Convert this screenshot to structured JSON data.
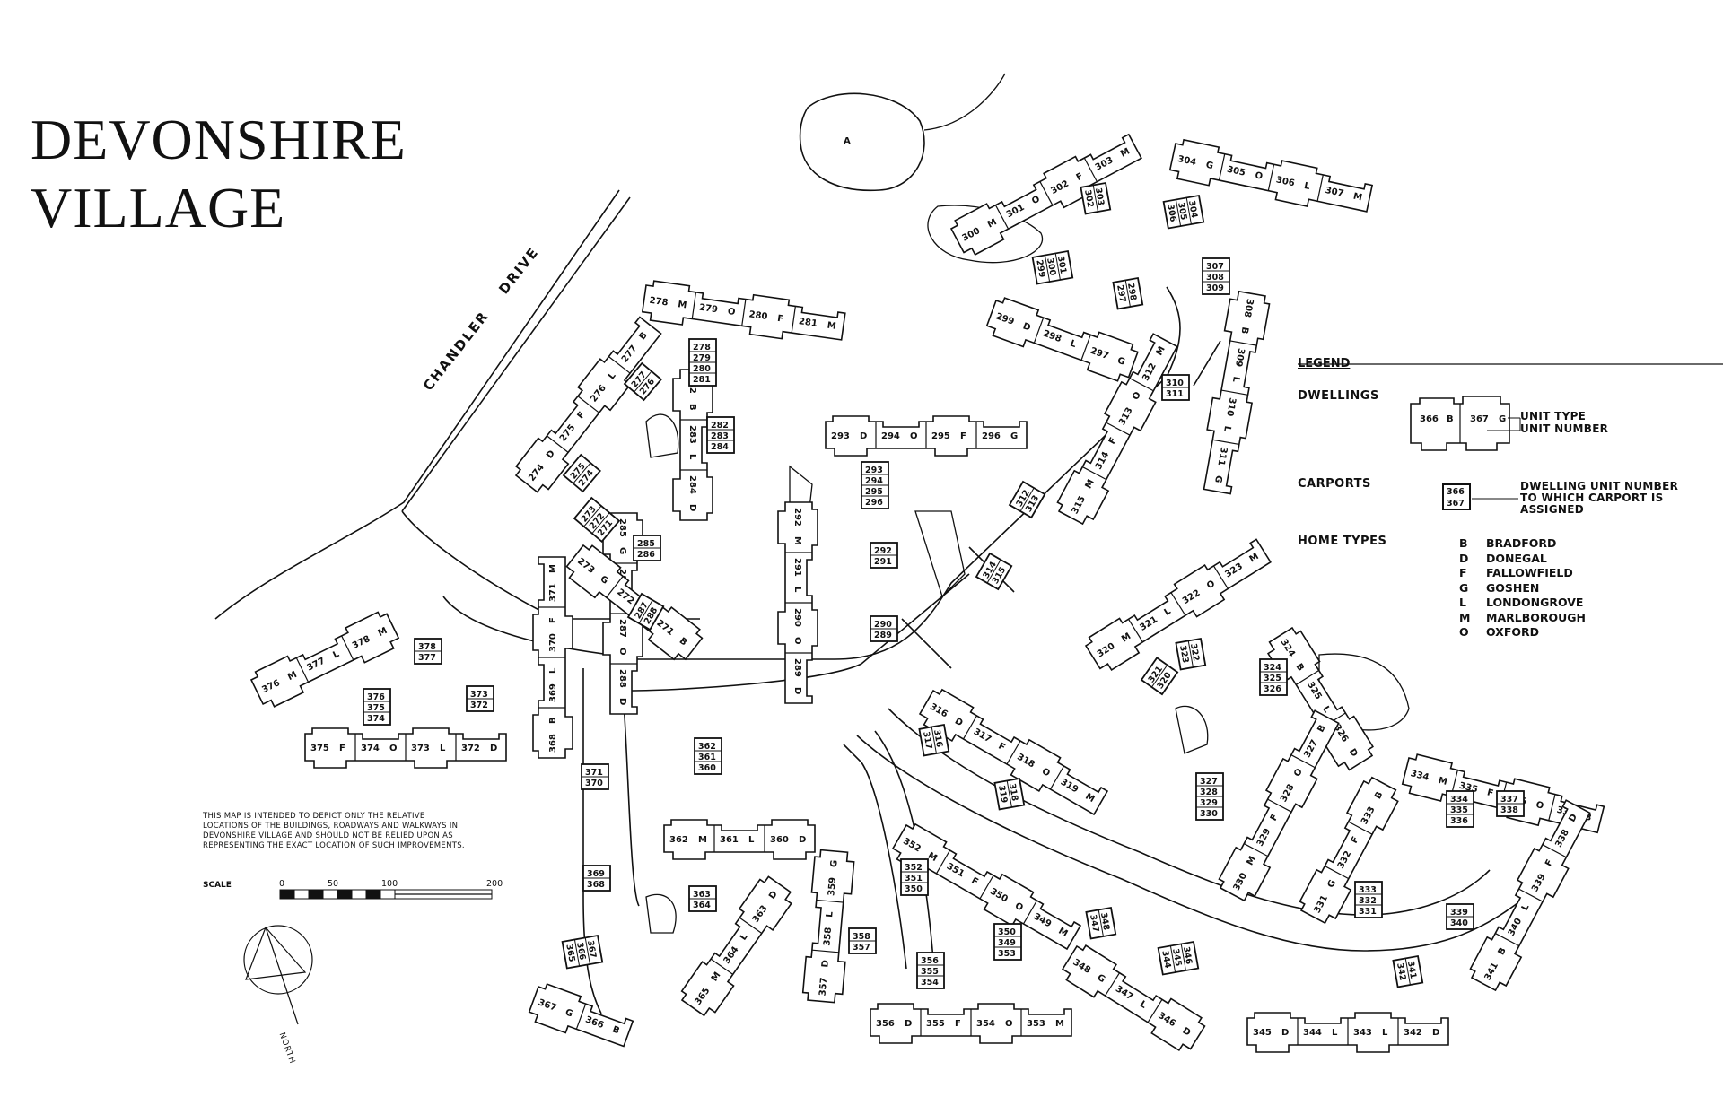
{
  "title": {
    "line1": "DEVONSHIRE",
    "line2": "VILLAGE"
  },
  "street": "CHANDLER DRIVE",
  "legend": {
    "heading": "LEGEND",
    "dwellings_label": "DWELLINGS",
    "example": {
      "unit1": "366",
      "type1": "B",
      "unit2": "367",
      "type2": "G"
    },
    "unit_type_note": "UNIT TYPE",
    "unit_number_note": "UNIT NUMBER",
    "carports_label": "CARPORTS",
    "carport_example": [
      "366",
      "367"
    ],
    "carport_note": [
      "DWELLING UNIT NUMBER",
      "TO WHICH CARPORT IS",
      "ASSIGNED"
    ],
    "home_types_label": "HOME TYPES",
    "home_types": [
      {
        "code": "B",
        "name": "BRADFORD"
      },
      {
        "code": "D",
        "name": "DONEGAL"
      },
      {
        "code": "F",
        "name": "FALLOWFIELD"
      },
      {
        "code": "G",
        "name": "GOSHEN"
      },
      {
        "code": "L",
        "name": "LONDONGROVE"
      },
      {
        "code": "M",
        "name": "MARLBOROUGH"
      },
      {
        "code": "O",
        "name": "OXFORD"
      }
    ]
  },
  "disclaimer": "THIS MAP IS INTENDED TO DEPICT ONLY THE RELATIVE LOCATIONS OF THE BUILDINGS, ROADWAYS AND WALKWAYS IN DEVONSHIRE VILLAGE AND SHOULD NOT BE RELIED UPON AS REPRESENTING THE EXACT LOCATION OF SUCH IMPROVEMENTS.",
  "scale": {
    "label": "SCALE",
    "ticks": [
      "0",
      "50",
      "100",
      "200"
    ]
  },
  "north_label": "NORTH",
  "units": [
    {
      "n": "278",
      "t": "M"
    },
    {
      "n": "279",
      "t": "O"
    },
    {
      "n": "280",
      "t": "F"
    },
    {
      "n": "281",
      "t": "M"
    },
    {
      "n": "282",
      "t": "B"
    },
    {
      "n": "283",
      "t": "L"
    },
    {
      "n": "284",
      "t": "D"
    },
    {
      "n": "285",
      "t": "G"
    },
    {
      "n": "286",
      "t": "F"
    },
    {
      "n": "287",
      "t": "O"
    },
    {
      "n": "288",
      "t": "D"
    },
    {
      "n": "289",
      "t": "D"
    },
    {
      "n": "290",
      "t": "O"
    },
    {
      "n": "291",
      "t": "L"
    },
    {
      "n": "292",
      "t": "M"
    },
    {
      "n": "293",
      "t": "D"
    },
    {
      "n": "294",
      "t": "O"
    },
    {
      "n": "295",
      "t": "F"
    },
    {
      "n": "296",
      "t": "G"
    },
    {
      "n": "297",
      "t": "G"
    },
    {
      "n": "298",
      "t": "L"
    },
    {
      "n": "299",
      "t": "D"
    },
    {
      "n": "300",
      "t": "M"
    },
    {
      "n": "301",
      "t": "O"
    },
    {
      "n": "302",
      "t": "F"
    },
    {
      "n": "303",
      "t": "M"
    },
    {
      "n": "304",
      "t": "G"
    },
    {
      "n": "305",
      "t": "O"
    },
    {
      "n": "306",
      "t": "L"
    },
    {
      "n": "307",
      "t": "M"
    },
    {
      "n": "308",
      "t": "B"
    },
    {
      "n": "309",
      "t": "L"
    },
    {
      "n": "310",
      "t": "L"
    },
    {
      "n": "311",
      "t": "G"
    },
    {
      "n": "312",
      "t": "M"
    },
    {
      "n": "313",
      "t": "O"
    },
    {
      "n": "314",
      "t": "F"
    },
    {
      "n": "315",
      "t": "M"
    },
    {
      "n": "316",
      "t": "D"
    },
    {
      "n": "317",
      "t": "F"
    },
    {
      "n": "318",
      "t": "O"
    },
    {
      "n": "319",
      "t": "M"
    },
    {
      "n": "320",
      "t": "M"
    },
    {
      "n": "321",
      "t": "L"
    },
    {
      "n": "322",
      "t": "O"
    },
    {
      "n": "323",
      "t": "M"
    },
    {
      "n": "324",
      "t": "B"
    },
    {
      "n": "325",
      "t": "L"
    },
    {
      "n": "326",
      "t": "D"
    },
    {
      "n": "327",
      "t": "B"
    },
    {
      "n": "328",
      "t": "O"
    },
    {
      "n": "329",
      "t": "F"
    },
    {
      "n": "330",
      "t": "M"
    },
    {
      "n": "331",
      "t": "G"
    },
    {
      "n": "332",
      "t": "F"
    },
    {
      "n": "333",
      "t": "B"
    },
    {
      "n": "334",
      "t": "M"
    },
    {
      "n": "335",
      "t": "F"
    },
    {
      "n": "336",
      "t": "O"
    },
    {
      "n": "337",
      "t": "B"
    },
    {
      "n": "338",
      "t": "D"
    },
    {
      "n": "339",
      "t": "F"
    },
    {
      "n": "340",
      "t": "L"
    },
    {
      "n": "341",
      "t": "B"
    },
    {
      "n": "342",
      "t": "D"
    },
    {
      "n": "343",
      "t": "L"
    },
    {
      "n": "344",
      "t": "L"
    },
    {
      "n": "345",
      "t": "D"
    },
    {
      "n": "346",
      "t": "D"
    },
    {
      "n": "347",
      "t": "L"
    },
    {
      "n": "348",
      "t": "G"
    },
    {
      "n": "349",
      "t": "M"
    },
    {
      "n": "350",
      "t": "O"
    },
    {
      "n": "351",
      "t": "F"
    },
    {
      "n": "352",
      "t": "M"
    },
    {
      "n": "353",
      "t": "M"
    },
    {
      "n": "354",
      "t": "O"
    },
    {
      "n": "355",
      "t": "F"
    },
    {
      "n": "356",
      "t": "D"
    },
    {
      "n": "357",
      "t": "D"
    },
    {
      "n": "358",
      "t": "L"
    },
    {
      "n": "359",
      "t": "G"
    },
    {
      "n": "360",
      "t": "D"
    },
    {
      "n": "361",
      "t": "L"
    },
    {
      "n": "362",
      "t": "M"
    },
    {
      "n": "363",
      "t": "D"
    },
    {
      "n": "364",
      "t": "L"
    },
    {
      "n": "365",
      "t": "M"
    },
    {
      "n": "366",
      "t": "B"
    },
    {
      "n": "367",
      "t": "G"
    },
    {
      "n": "368",
      "t": "B"
    },
    {
      "n": "369",
      "t": "L"
    },
    {
      "n": "370",
      "t": "F"
    },
    {
      "n": "371",
      "t": "M"
    },
    {
      "n": "372",
      "t": "D"
    },
    {
      "n": "373",
      "t": "L"
    },
    {
      "n": "374",
      "t": "O"
    },
    {
      "n": "375",
      "t": "F"
    },
    {
      "n": "376",
      "t": "M"
    },
    {
      "n": "377",
      "t": "L"
    },
    {
      "n": "378",
      "t": "M"
    },
    {
      "n": "271",
      "t": "B"
    },
    {
      "n": "272",
      "t": "F"
    },
    {
      "n": "273",
      "t": "G"
    },
    {
      "n": "274",
      "t": "D"
    },
    {
      "n": "275",
      "t": "F"
    },
    {
      "n": "276",
      "t": "L"
    },
    {
      "n": "277",
      "t": "B"
    }
  ],
  "carports": [
    {
      "nums": [
        "278",
        "279",
        "280",
        "281"
      ]
    },
    {
      "nums": [
        "277",
        "276"
      ]
    },
    {
      "nums": [
        "282",
        "283",
        "284"
      ]
    },
    {
      "nums": [
        "293",
        "294",
        "295",
        "296"
      ]
    },
    {
      "nums": [
        "275",
        "274"
      ]
    },
    {
      "nums": [
        "273",
        "272",
        "271"
      ]
    },
    {
      "nums": [
        "285",
        "286"
      ]
    },
    {
      "nums": [
        "292",
        "291"
      ]
    },
    {
      "nums": [
        "287",
        "288"
      ]
    },
    {
      "nums": [
        "290",
        "289"
      ]
    },
    {
      "nums": [
        "301",
        "300",
        "299"
      ]
    },
    {
      "nums": [
        "303",
        "302"
      ]
    },
    {
      "nums": [
        "304",
        "305",
        "306"
      ]
    },
    {
      "nums": [
        "298",
        "297"
      ]
    },
    {
      "nums": [
        "307",
        "308",
        "309"
      ]
    },
    {
      "nums": [
        "310",
        "311"
      ]
    },
    {
      "nums": [
        "312",
        "313"
      ]
    },
    {
      "nums": [
        "314",
        "315"
      ]
    },
    {
      "nums": [
        "322",
        "323"
      ]
    },
    {
      "nums": [
        "324",
        "325",
        "326"
      ]
    },
    {
      "nums": [
        "321",
        "320"
      ]
    },
    {
      "nums": [
        "316",
        "317"
      ]
    },
    {
      "nums": [
        "318",
        "319"
      ]
    },
    {
      "nums": [
        "327",
        "328",
        "329",
        "330"
      ]
    },
    {
      "nums": [
        "334",
        "335",
        "336"
      ]
    },
    {
      "nums": [
        "337",
        "338"
      ]
    },
    {
      "nums": [
        "333",
        "332",
        "331"
      ]
    },
    {
      "nums": [
        "339",
        "340"
      ]
    },
    {
      "nums": [
        "341",
        "342"
      ]
    },
    {
      "nums": [
        "346",
        "345",
        "344"
      ]
    },
    {
      "nums": [
        "348",
        "347"
      ]
    },
    {
      "nums": [
        "352",
        "351",
        "350"
      ]
    },
    {
      "nums": [
        "350",
        "349",
        "353"
      ]
    },
    {
      "nums": [
        "356",
        "355",
        "354"
      ]
    },
    {
      "nums": [
        "358",
        "357"
      ]
    },
    {
      "nums": [
        "362",
        "361",
        "360"
      ]
    },
    {
      "nums": [
        "363",
        "364"
      ]
    },
    {
      "nums": [
        "367",
        "366",
        "365"
      ]
    },
    {
      "nums": [
        "371",
        "370"
      ]
    },
    {
      "nums": [
        "369",
        "368"
      ]
    },
    {
      "nums": [
        "378",
        "377"
      ]
    },
    {
      "nums": [
        "376",
        "375",
        "374"
      ]
    },
    {
      "nums": [
        "373",
        "372"
      ]
    }
  ],
  "pond_label": "A",
  "colors": {
    "ink": "#111111",
    "paper": "#ffffff"
  }
}
